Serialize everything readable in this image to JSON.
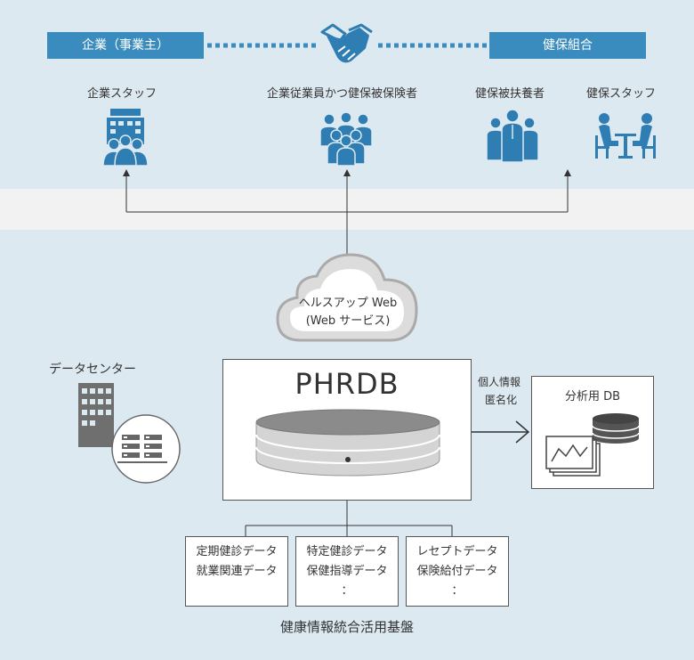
{
  "header": {
    "left_label": "企業（事業主）",
    "right_label": "健保組合"
  },
  "actors": [
    {
      "label": "企業スタッフ",
      "icon": "office-building-icon"
    },
    {
      "label": "企業従業員かつ健保被保険者",
      "icon": "employee-group-icon"
    },
    {
      "label": "健保被扶養者",
      "icon": "family-group-icon"
    },
    {
      "label": "健保スタッフ",
      "icon": "meeting-table-icon"
    }
  ],
  "cloud": {
    "line1": "ヘルスアップ Web",
    "line2": "(Web サービス)"
  },
  "datacenter": {
    "label": "データセンター"
  },
  "phrdb": {
    "title": "PHRDB"
  },
  "anon": {
    "line1": "個人情報",
    "line2": "匿名化"
  },
  "analysis": {
    "label": "分析用 DB"
  },
  "sources": [
    {
      "line1": "定期健診データ",
      "line2": "就業関連データ",
      "line3": ""
    },
    {
      "line1": "特定健診データ",
      "line2": "保健指導データ",
      "line3": "："
    },
    {
      "line1": "レセプトデータ",
      "line2": "保険給付データ",
      "line3": "："
    }
  ],
  "platform": {
    "label": "健康情報統合活用基盤"
  },
  "colors": {
    "accent": "#3a8cbf",
    "icon": "#2e7db3",
    "background": "#dde9f0",
    "band": "#f2f2f2"
  }
}
